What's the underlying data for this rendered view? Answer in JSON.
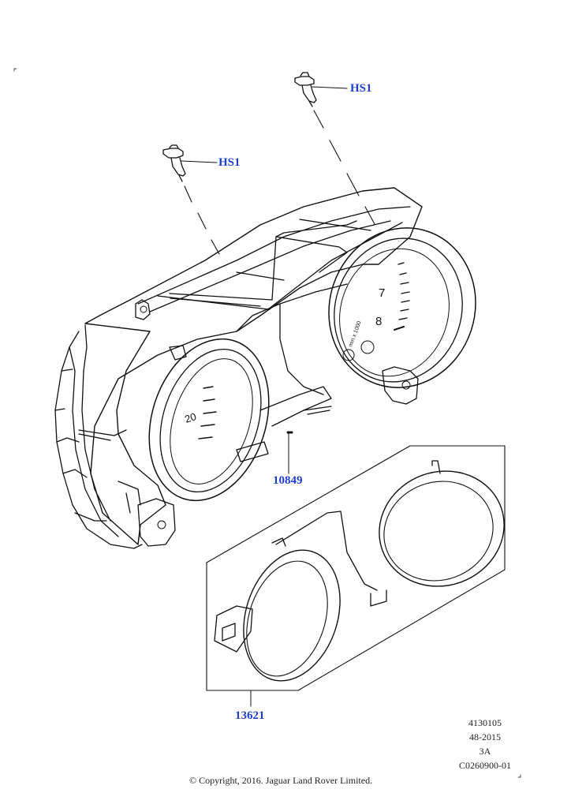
{
  "callouts": {
    "hs1_upper": "HS1",
    "hs1_lower": "HS1",
    "cluster": "10849",
    "cover": "13621"
  },
  "meta": {
    "line1": "4130105",
    "line2": "48-2015",
    "line3": "3A",
    "line4": "C0260900-01"
  },
  "gauge_text": {
    "tach_7": "7",
    "tach_8": "8",
    "rpm_label": "min x 1000",
    "speed_20": "20"
  },
  "copyright": "© Copyright, 2016. Jaguar Land Rover Limited.",
  "colors": {
    "callout": "#1f3fd0",
    "line": "#111111"
  }
}
